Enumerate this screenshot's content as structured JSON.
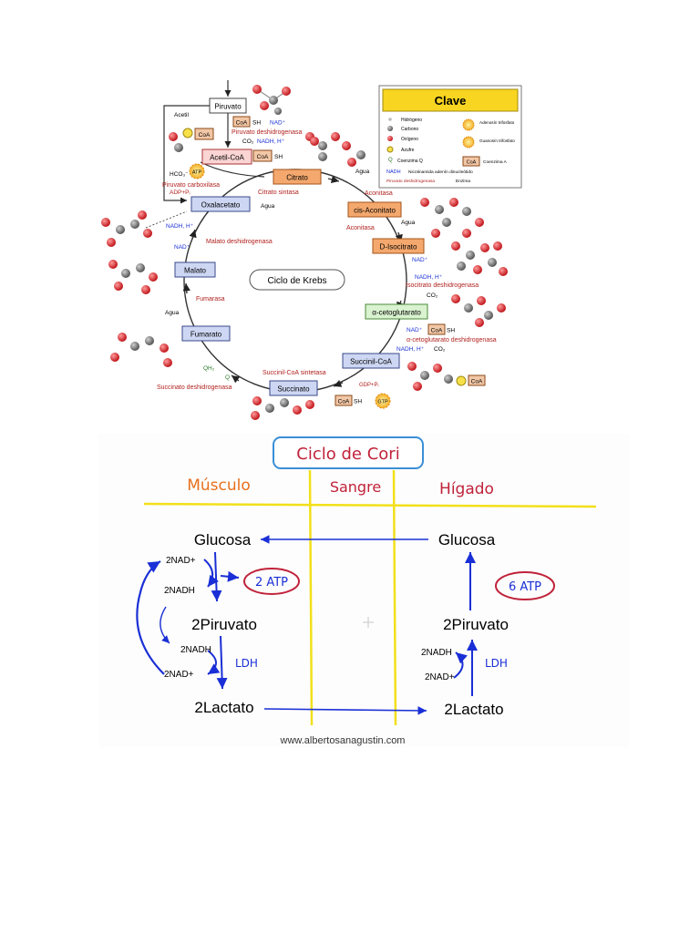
{
  "krebs": {
    "center_label": "Ciclo de Krebs",
    "nodes": {
      "piruvato": "Piruvato",
      "acetil_coa": "Acetil-CoA",
      "citrato": "Citrato",
      "cis_aconitato": "cis-Aconitato",
      "d_isocitrato": "D-Isocitrato",
      "cetoglutarato": "α-cetoglutarato",
      "succinil_coa": "Succinil-CoA",
      "succinato": "Succinato",
      "fumarato": "Fumarato",
      "malato": "Malato",
      "oxalacetato": "Oxalacetato"
    },
    "labels": {
      "acetil": "Acetil",
      "coa": "CoA",
      "coa_sh": "SH",
      "nad_plus": "NAD⁺",
      "co2": "CO₂",
      "nadh_h": "NADH, H⁺",
      "piruvato_desh": "Piruvato deshidrogenasa",
      "hco3": "HCO₃⁻",
      "atp": "ATP",
      "adp_pi": "ADP+Pᵢ",
      "piruvato_carbox": "Piruvato carboxilasa",
      "citrato_sintasa": "Citrato sintasa",
      "agua": "Agua",
      "aconitasa": "Aconitasa",
      "isocitrato_desh": "Isocitrato deshidrogenasa",
      "cetoglut_desh": "α-cetoglutarato deshidrogenasa",
      "succinil_sint": "Succinil-CoA sintetasa",
      "gdp_pi": "GDP+Pᵢ",
      "gtp": "GTP",
      "succinato_desh": "Succinato deshidrogenasa",
      "q": "Q",
      "qh2": "QH₂",
      "fumarasa": "Fumarasa",
      "malato_desh": "Malato deshidrogenasa"
    },
    "key": {
      "title": "Clave",
      "items": [
        "Hidrógeno",
        "Carbono",
        "Oxígeno",
        "Azufre",
        "Coenzima Q",
        "NADH",
        "Nicotinamida adenín dinucleótido",
        "Piruvato deshidrogenasa",
        "Enzima",
        "Adenosín trifosfato",
        "Guanosín trifosfato",
        "CoA",
        "Coenzima A"
      ]
    }
  },
  "cori": {
    "title": "Ciclo de Cori",
    "columns": [
      "Músculo",
      "Sangre",
      "Hígado"
    ],
    "muscle": {
      "glucosa": "Glucosa",
      "piruvato": "2Piruvato",
      "lactato": "2Lactato",
      "nad_top": "2NAD+",
      "nadh_top": "2NADH",
      "atp": "2 ATP",
      "nadh_bottom": "2NADH",
      "nad_bottom": "2NAD+",
      "ldh": "LDH"
    },
    "liver": {
      "glucosa": "Glucosa",
      "piruvato": "2Piruvato",
      "lactato": "2Lactato",
      "atp": "6 ATP",
      "nadh": "2NADH",
      "nad": "2NAD+",
      "ldh": "LDH"
    },
    "website": "www.albertosanagustin.com"
  },
  "colors": {
    "cori_orange": "#e8701c",
    "cori_red": "#c0223a",
    "cori_blue": "#1a2fd6",
    "cori_yellow": "#f2e01a",
    "enzyme_red": "#b0221f",
    "node_orange": "#f4a86e",
    "node_blue": "#cdd7f3",
    "node_green": "#d9f2cf",
    "key_yellow": "#f7d520"
  }
}
